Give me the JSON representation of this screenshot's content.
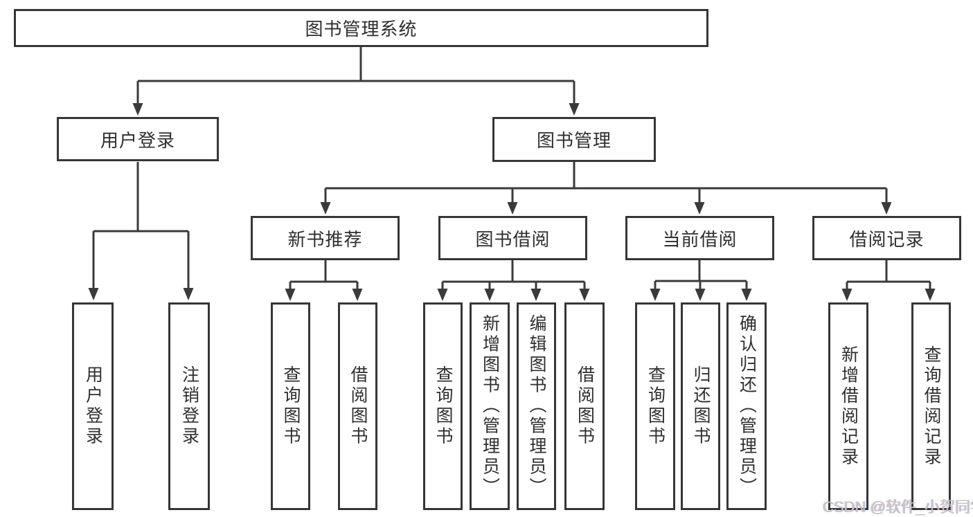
{
  "tree": {
    "label": "图书管理系统",
    "children": [
      {
        "label": "用户登录",
        "children": [
          {
            "label": "用户登录"
          },
          {
            "label": "注销登录"
          }
        ]
      },
      {
        "label": "图书管理",
        "children": [
          {
            "label": "新书推荐",
            "children": [
              {
                "label": "查询图书"
              },
              {
                "label": "借阅图书"
              }
            ]
          },
          {
            "label": "图书借阅",
            "children": [
              {
                "label": "查询图书"
              },
              {
                "label": "新增图书（管理员）"
              },
              {
                "label": "编辑图书（管理员）"
              },
              {
                "label": "借阅图书"
              }
            ]
          },
          {
            "label": "当前借阅",
            "children": [
              {
                "label": "查询图书"
              },
              {
                "label": "归还图书"
              },
              {
                "label": "确认归还（管理员）"
              }
            ]
          },
          {
            "label": "借阅记录",
            "children": [
              {
                "label": "新增借阅记录"
              },
              {
                "label": "查询借阅记录"
              }
            ]
          }
        ]
      }
    ]
  },
  "watermark": {
    "text": "CSDN @软件_小贺同学"
  },
  "colors": {
    "line": "#3a3a3a",
    "box_border": "#363636",
    "text": "#2f2f2f",
    "watermark": "#c6c6ca",
    "background": "#ffffff"
  }
}
